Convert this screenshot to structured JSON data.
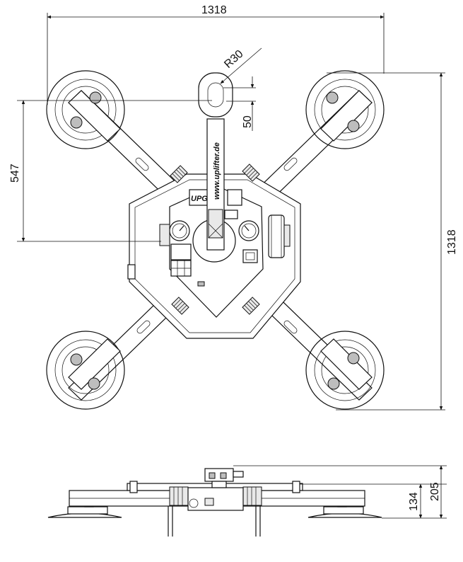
{
  "dimensions": {
    "top_width": "1318",
    "right_height": "1318",
    "left_offset": "547",
    "eye_radius": "R30",
    "eye_offset": "50",
    "side_height_low": "134",
    "side_height_high": "205"
  },
  "labels": {
    "brand_url": "www.uplifter.de",
    "brand_logo": "UPG"
  }
}
